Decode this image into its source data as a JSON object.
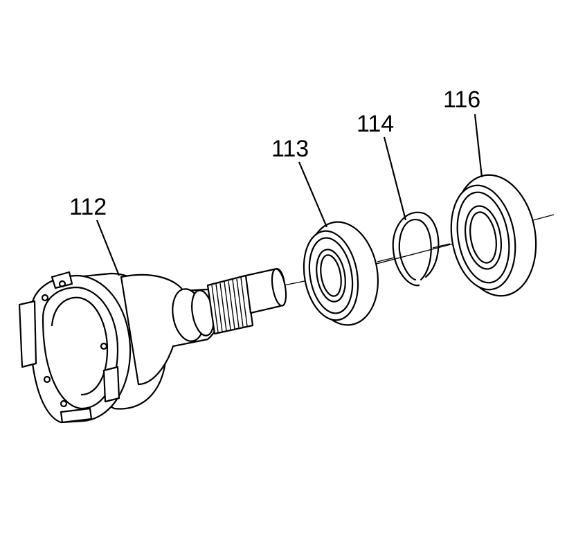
{
  "callouts": {
    "c112": "112",
    "c113": "113",
    "c114": "114",
    "c116": "116"
  },
  "colors": {
    "line": "#000000",
    "background": "#ffffff"
  }
}
